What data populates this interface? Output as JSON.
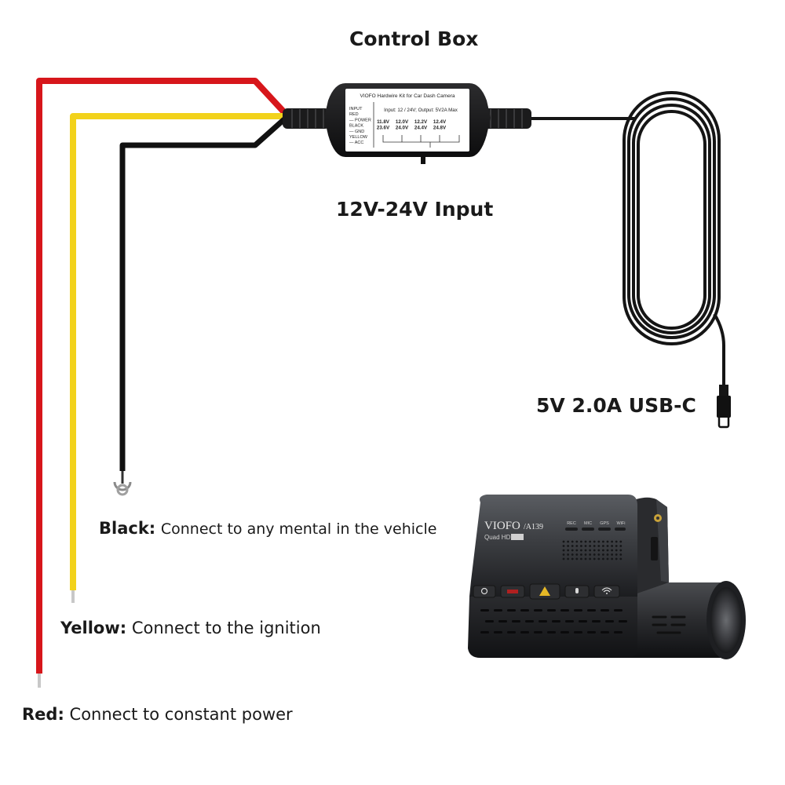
{
  "labels": {
    "control_box": "Control Box",
    "input_range": "12V-24V Input",
    "output": "5V 2.0A USB-C"
  },
  "wires": [
    {
      "id": "black",
      "color": "#111111",
      "name": "Black:",
      "description": "Connect to any mental in the vehicle"
    },
    {
      "id": "yellow",
      "color": "#f2d21b",
      "name": "Yellow:",
      "description": "Connect to the ignition"
    },
    {
      "id": "red",
      "color": "#d7161b",
      "name": "Red:",
      "description": "Connect to constant power"
    }
  ],
  "control_box_panel": {
    "heading": "VIOFO Hardwire Kit for Car Dash Camera",
    "legend_lines": [
      "INPUT",
      "RED",
      "— POWER",
      "BLACK",
      "— GND",
      "YELLOW",
      "— ACC"
    ],
    "spec": "Input: 12 / 24V; Output: 5V2A Max",
    "voltage_pairs": [
      [
        "11.8V",
        "23.6V"
      ],
      [
        "12.0V",
        "24.0V"
      ],
      [
        "12.2V",
        "24.4V"
      ],
      [
        "12.4V",
        "24.8V"
      ]
    ]
  },
  "camera": {
    "brand": "VIOFO",
    "model": "/A139",
    "subtitle": "Quad HD",
    "indicators": [
      "REC",
      "MIC",
      "GPS",
      "WiFi"
    ]
  },
  "colors": {
    "wire_red": "#d7161b",
    "wire_yellow": "#f2d21b",
    "wire_black": "#111111",
    "text": "#1a1a1a"
  }
}
